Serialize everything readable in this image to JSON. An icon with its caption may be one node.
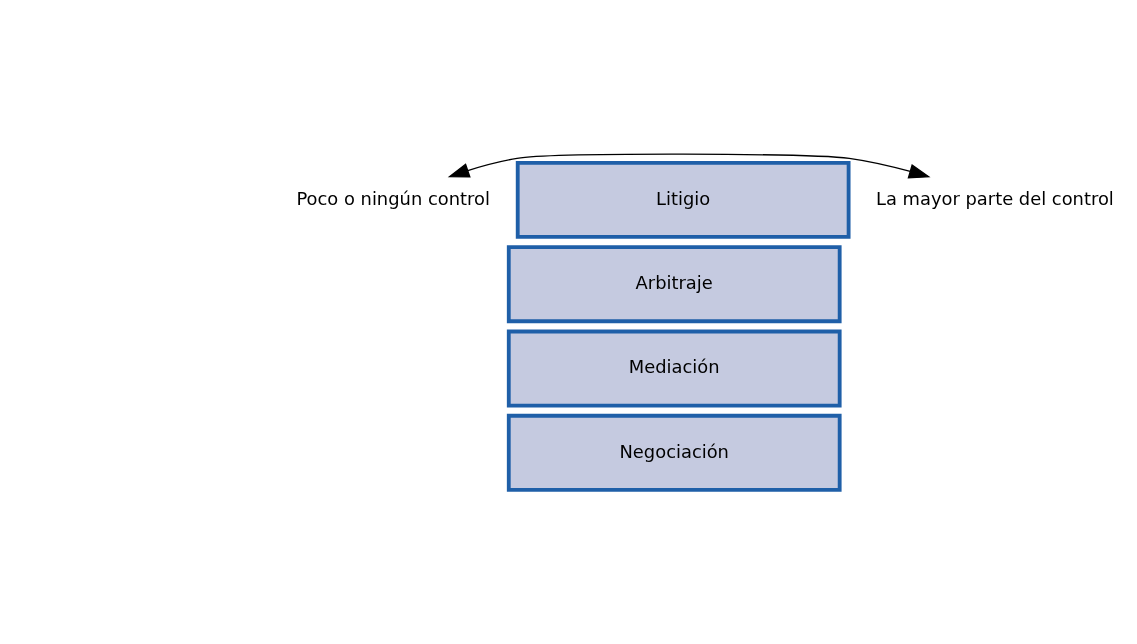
{
  "diagram": {
    "nodes": [
      {
        "text": [
          "Poco o ningún control"
        ]
      },
      {
        "text": [
          "La mayor parte del control"
        ]
      },
      {
        "text": [
          "Litigio"
        ]
      },
      {
        "text": [
          "Arbitraje"
        ]
      },
      {
        "text": [
          "Mediación"
        ]
      },
      {
        "text": [
          "Negociación"
        ]
      }
    ],
    "edges": [
      {
        "from": 0,
        "to": 1,
        "arrow": "both"
      }
    ]
  }
}
